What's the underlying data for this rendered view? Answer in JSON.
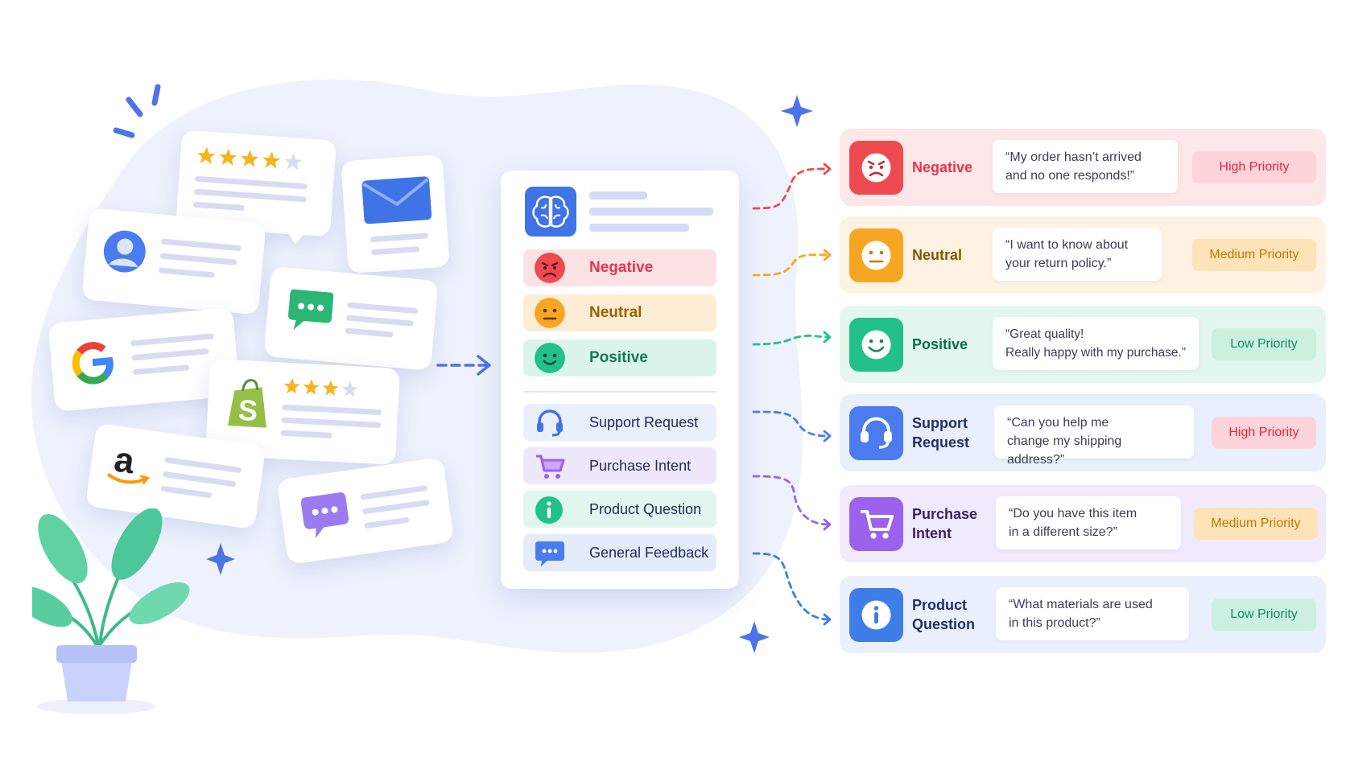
{
  "classifier": {
    "categories": [
      {
        "label": "Negative"
      },
      {
        "label": "Neutral"
      },
      {
        "label": "Positive"
      },
      {
        "label": "Support Request"
      },
      {
        "label": "Purchase Intent"
      },
      {
        "label": "Product Question"
      },
      {
        "label": "General Feedback"
      }
    ]
  },
  "results": [
    {
      "label": "Negative",
      "quote": "“My order hasn’t arrived\nand no one responds!”",
      "priority": "High Priority",
      "accent": "#ef4a4f"
    },
    {
      "label": "Neutral",
      "quote": "“I want to know about\nyour return policy.”",
      "priority": "Medium Priority",
      "accent": "#f6a623"
    },
    {
      "label": "Positive",
      "quote": "“Great quality!\nReally happy with my purchase.”",
      "priority": "Low Priority",
      "accent": "#22c08a"
    },
    {
      "label": "Support\nRequest",
      "quote": "“Can you help me\nchange my shipping address?”",
      "priority": "High Priority",
      "accent": "#4a7cf0"
    },
    {
      "label": "Purchase\nIntent",
      "quote": "“Do you have this item\nin a different size?”",
      "priority": "Medium Priority",
      "accent": "#9b62ee"
    },
    {
      "label": "Product\nQuestion",
      "quote": "“What materials are used\nin this product?”",
      "priority": "Low Priority",
      "accent": "#3f7ee8"
    }
  ],
  "colors": {
    "negative": "#e8344a",
    "neutral": "#f6a623",
    "positive": "#22c08a",
    "support": "#4a7cf0",
    "purchase": "#9b62ee",
    "question": "#3f7ee8",
    "high_priority_bg": "#fddde2",
    "medium_priority_bg": "#fde6bf",
    "low_priority_bg": "#d5f3e6"
  },
  "icons": {
    "sources": [
      "star-rating-icon",
      "user-avatar-icon",
      "envelope-icon",
      "chat-bubble-icon",
      "google-logo-icon",
      "shopify-logo-icon",
      "amazon-logo-icon",
      "message-bubble-icon"
    ],
    "classifier": "brain-icon"
  }
}
